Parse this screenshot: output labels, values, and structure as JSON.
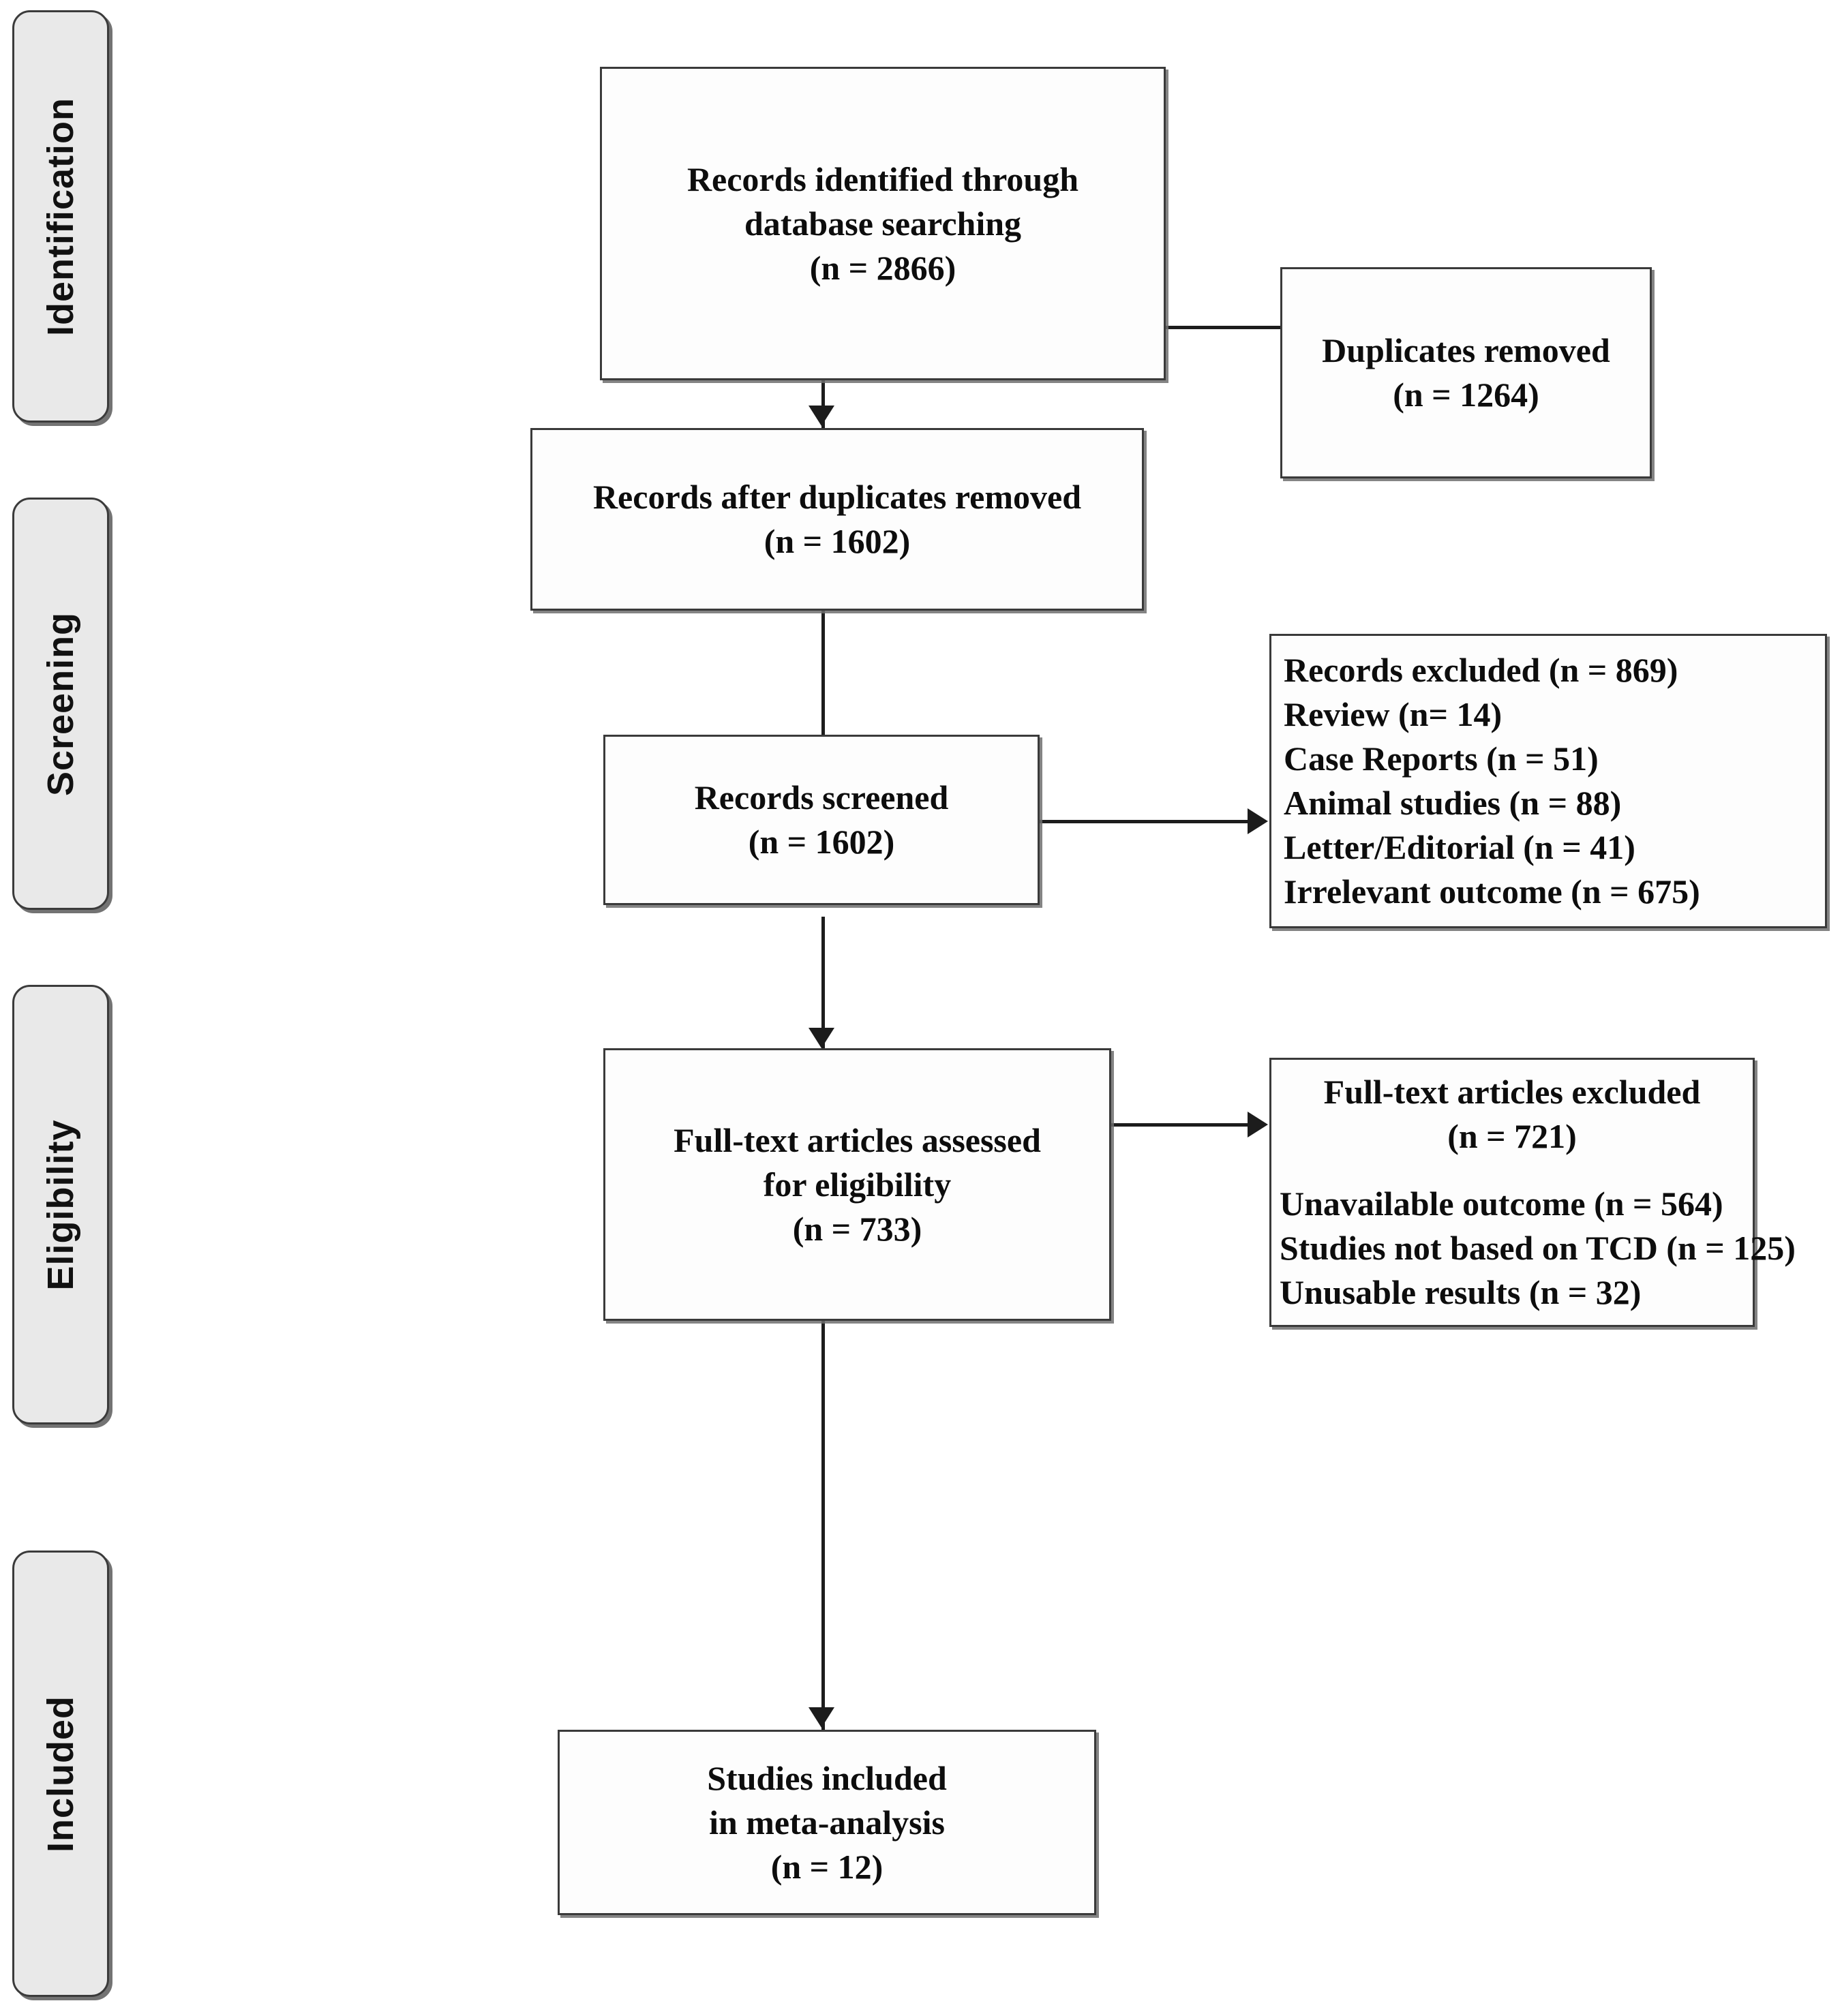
{
  "diagram": {
    "type": "prisma-flow-diagram",
    "stages": [
      {
        "id": "identification",
        "label": "Identification"
      },
      {
        "id": "screening",
        "label": "Screening"
      },
      {
        "id": "eligibility",
        "label": "Eligibility"
      },
      {
        "id": "included",
        "label": "Included"
      }
    ],
    "boxes": {
      "records_identified": {
        "lines": [
          "Records identified through",
          "database searching",
          "(n = 2866)"
        ]
      },
      "duplicates_removed": {
        "lines": [
          "Duplicates removed",
          "(n = 1264)"
        ]
      },
      "records_after_duplicates": {
        "lines": [
          "Records after duplicates removed",
          "(n = 1602)"
        ]
      },
      "records_screened": {
        "lines": [
          "Records screened",
          "(n = 1602)"
        ]
      },
      "records_excluded": {
        "lines": [
          "Records excluded (n = 869)",
          "Review (n= 14)",
          "Case Reports (n = 51)",
          "Animal studies (n = 88)",
          "Letter/Editorial (n = 41)",
          "Irrelevant outcome (n = 675)"
        ]
      },
      "fulltext_assessed": {
        "lines": [
          "Full-text articles assessed",
          "for eligibility",
          "(n = 733)"
        ]
      },
      "fulltext_excluded": {
        "heading": [
          "Full-text articles excluded",
          "(n = 721)"
        ],
        "reasons": [
          "Unavailable outcome (n = 564)",
          "Studies not based on TCD (n = 125)",
          "Unusable results (n = 32)"
        ]
      },
      "studies_included": {
        "lines": [
          "Studies included",
          "in meta-analysis",
          "(n = 12)"
        ]
      }
    },
    "colors": {
      "stage_fill": "#e9e9e9",
      "box_fill": "#fdfdfd",
      "stroke": "#3a3a3a",
      "connector": "#1c1c1c",
      "text": "#0d0d0d"
    }
  }
}
